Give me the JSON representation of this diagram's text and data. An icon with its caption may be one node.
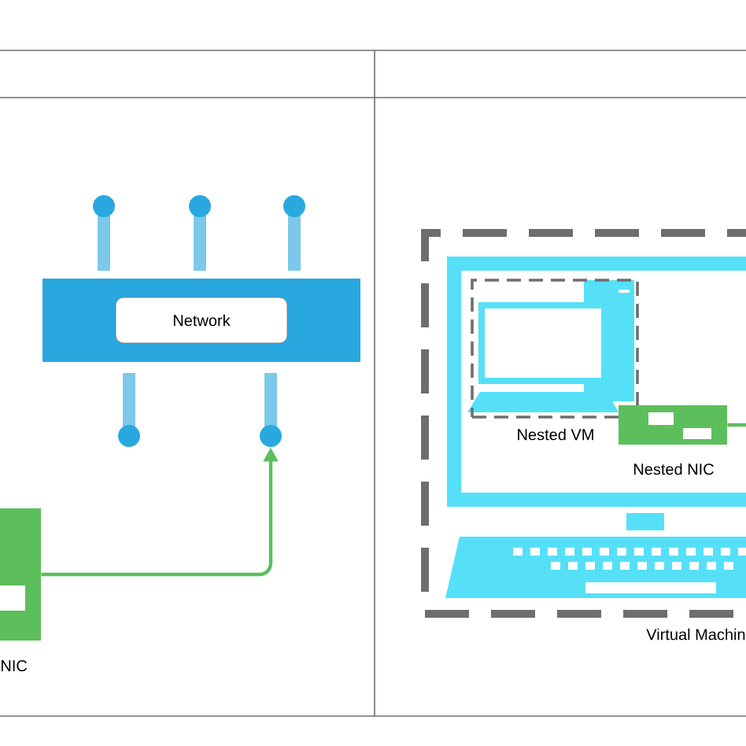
{
  "diagram": {
    "nodes": [
      {
        "text": [
          "Network"
        ]
      },
      {
        "text": [
          "NIC"
        ]
      },
      {
        "text": [],
        "shape": "circle"
      },
      {
        "text": [
          "Virtual Machin"
        ]
      },
      {
        "text": [
          "Nested VM"
        ],
        "in": 3
      },
      {
        "text": [
          "Nested NIC"
        ],
        "in": 3
      }
    ],
    "edges": [
      {
        "from": 1,
        "to": 2,
        "arrow": "to",
        "color": "#5cbf5c"
      },
      {
        "from": 5,
        "to": null,
        "arrow": "none",
        "color": "#5cbf5c"
      }
    ]
  }
}
